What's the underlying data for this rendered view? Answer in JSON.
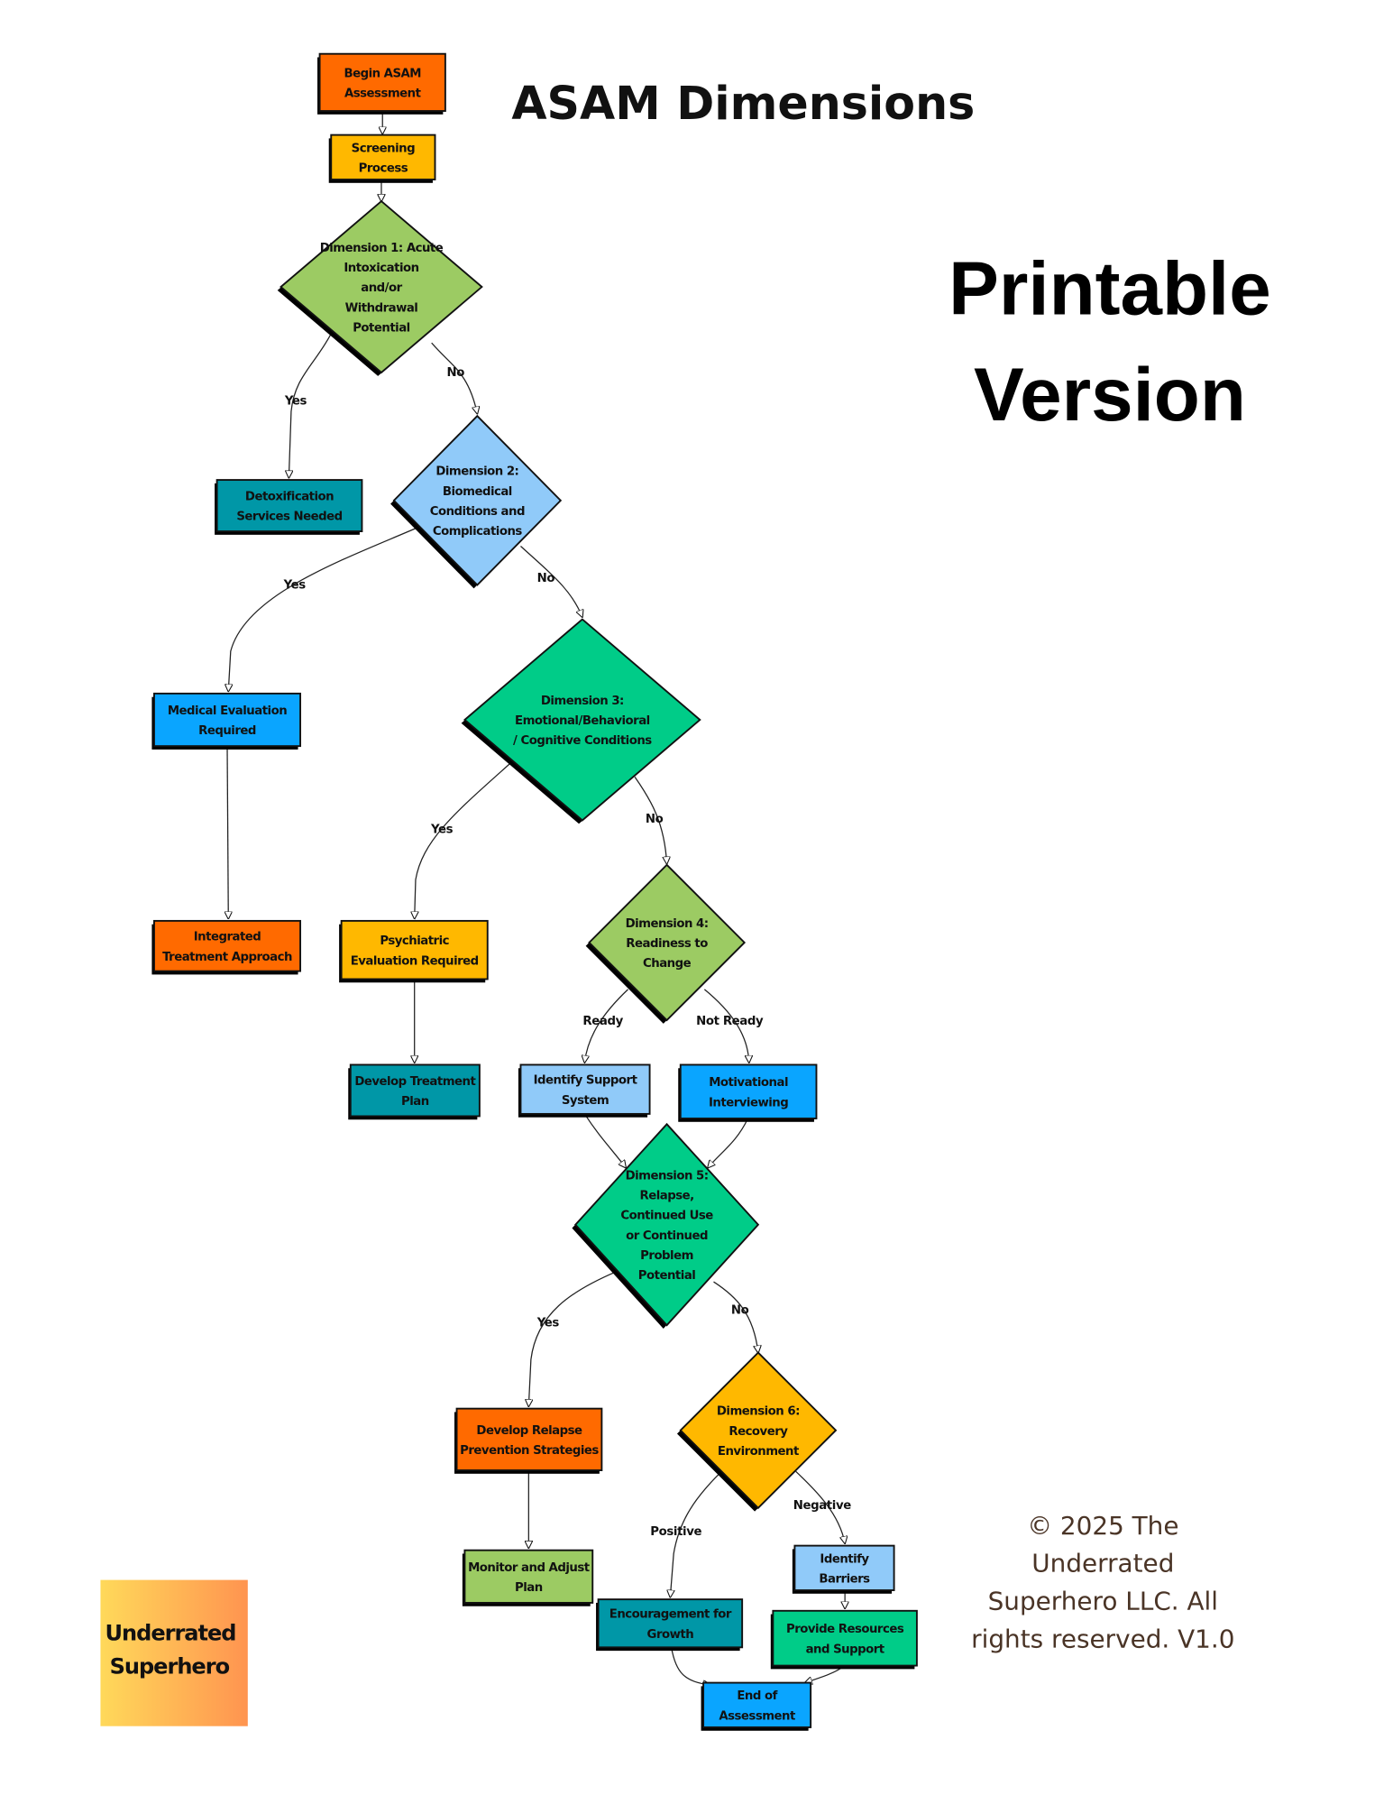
{
  "title": "ASAM Dimensions",
  "printable": [
    "Printable",
    "Version"
  ],
  "copyright": [
    "© 2025 The",
    "Underrated",
    "Superhero LLC. All",
    "rights reserved. V1.0"
  ],
  "logo": [
    "Underrated",
    "Superhero"
  ],
  "colors": {
    "orange": "#FF6A00",
    "amber": "#FFB800",
    "lime": "#9CCB63",
    "teal": "#0097A7",
    "lightblue": "#90CAF9",
    "blue": "#0AA5FF",
    "green": "#00CC88"
  },
  "nodes": [
    {
      "id": "begin",
      "shape": "rect",
      "color": "#FF6A00",
      "lines": [
        "Begin ASAM",
        "Assessment"
      ]
    },
    {
      "id": "screening",
      "shape": "rect",
      "color": "#FFB800",
      "lines": [
        "Screening",
        "Process"
      ]
    },
    {
      "id": "d1",
      "shape": "diamond",
      "color": "#9CCB63",
      "lines": [
        "Dimension 1: Acute",
        "Intoxication",
        "and/or",
        "Withdrawal",
        "Potential"
      ]
    },
    {
      "id": "detox",
      "shape": "rect",
      "color": "#0097A7",
      "lines": [
        "Detoxification",
        "Services Needed"
      ]
    },
    {
      "id": "d2",
      "shape": "diamond",
      "color": "#90CAF9",
      "lines": [
        "Dimension 2:",
        "Biomedical",
        "Conditions and",
        "Complications"
      ]
    },
    {
      "id": "medical",
      "shape": "rect",
      "color": "#0AA5FF",
      "lines": [
        "Medical Evaluation",
        "Required"
      ]
    },
    {
      "id": "d3",
      "shape": "diamond",
      "color": "#00CC88",
      "lines": [
        "Dimension 3:",
        "Emotional/Behavioral",
        "/ Cognitive Conditions"
      ]
    },
    {
      "id": "integrated",
      "shape": "rect",
      "color": "#FF6A00",
      "lines": [
        "Integrated",
        "Treatment Approach"
      ]
    },
    {
      "id": "psych",
      "shape": "rect",
      "color": "#FFB800",
      "lines": [
        "Psychiatric",
        "Evaluation Required"
      ]
    },
    {
      "id": "d4",
      "shape": "diamond",
      "color": "#9CCB63",
      "lines": [
        "Dimension 4:",
        "Readiness to",
        "Change"
      ]
    },
    {
      "id": "treatment",
      "shape": "rect",
      "color": "#0097A7",
      "lines": [
        "Develop Treatment",
        "Plan"
      ]
    },
    {
      "id": "support",
      "shape": "rect",
      "color": "#90CAF9",
      "lines": [
        "Identify Support",
        "System"
      ]
    },
    {
      "id": "motivational",
      "shape": "rect",
      "color": "#0AA5FF",
      "lines": [
        "Motivational",
        "Interviewing"
      ]
    },
    {
      "id": "d5",
      "shape": "diamond",
      "color": "#00CC88",
      "lines": [
        "Dimension 5:",
        "Relapse,",
        "Continued Use",
        "or Continued",
        "Problem",
        "Potential"
      ]
    },
    {
      "id": "relapse",
      "shape": "rect",
      "color": "#FF6A00",
      "lines": [
        "Develop Relapse",
        "Prevention Strategies"
      ]
    },
    {
      "id": "d6",
      "shape": "diamond",
      "color": "#FFB800",
      "lines": [
        "Dimension 6:",
        "Recovery",
        "Environment"
      ]
    },
    {
      "id": "monitor",
      "shape": "rect",
      "color": "#9CCB63",
      "lines": [
        "Monitor and Adjust",
        "Plan"
      ]
    },
    {
      "id": "encourage",
      "shape": "rect",
      "color": "#0097A7",
      "lines": [
        "Encouragement for",
        "Growth"
      ]
    },
    {
      "id": "barriers",
      "shape": "rect",
      "color": "#90CAF9",
      "lines": [
        "Identify",
        "Barriers"
      ]
    },
    {
      "id": "resources",
      "shape": "rect",
      "color": "#00CC88",
      "lines": [
        "Provide Resources",
        "and Support"
      ]
    },
    {
      "id": "end",
      "shape": "rect",
      "color": "#0AA5FF",
      "lines": [
        "End of",
        "Assessment"
      ]
    }
  ],
  "edges": [
    {
      "from": "begin",
      "to": "screening",
      "label": ""
    },
    {
      "from": "screening",
      "to": "d1",
      "label": ""
    },
    {
      "from": "d1",
      "to": "detox",
      "label": "Yes"
    },
    {
      "from": "d1",
      "to": "d2",
      "label": "No"
    },
    {
      "from": "d2",
      "to": "medical",
      "label": "Yes"
    },
    {
      "from": "d2",
      "to": "d3",
      "label": "No"
    },
    {
      "from": "medical",
      "to": "integrated",
      "label": ""
    },
    {
      "from": "d3",
      "to": "psych",
      "label": "Yes"
    },
    {
      "from": "d3",
      "to": "d4",
      "label": "No"
    },
    {
      "from": "psych",
      "to": "treatment",
      "label": ""
    },
    {
      "from": "d4",
      "to": "support",
      "label": "Ready"
    },
    {
      "from": "d4",
      "to": "motivational",
      "label": "Not Ready"
    },
    {
      "from": "support",
      "to": "d5",
      "label": ""
    },
    {
      "from": "motivational",
      "to": "d5",
      "label": ""
    },
    {
      "from": "d5",
      "to": "relapse",
      "label": "Yes"
    },
    {
      "from": "d5",
      "to": "d6",
      "label": "No"
    },
    {
      "from": "relapse",
      "to": "monitor",
      "label": ""
    },
    {
      "from": "d6",
      "to": "encourage",
      "label": "Positive"
    },
    {
      "from": "d6",
      "to": "barriers",
      "label": "Negative"
    },
    {
      "from": "barriers",
      "to": "resources",
      "label": ""
    },
    {
      "from": "encourage",
      "to": "end",
      "label": ""
    },
    {
      "from": "resources",
      "to": "end",
      "label": ""
    }
  ]
}
